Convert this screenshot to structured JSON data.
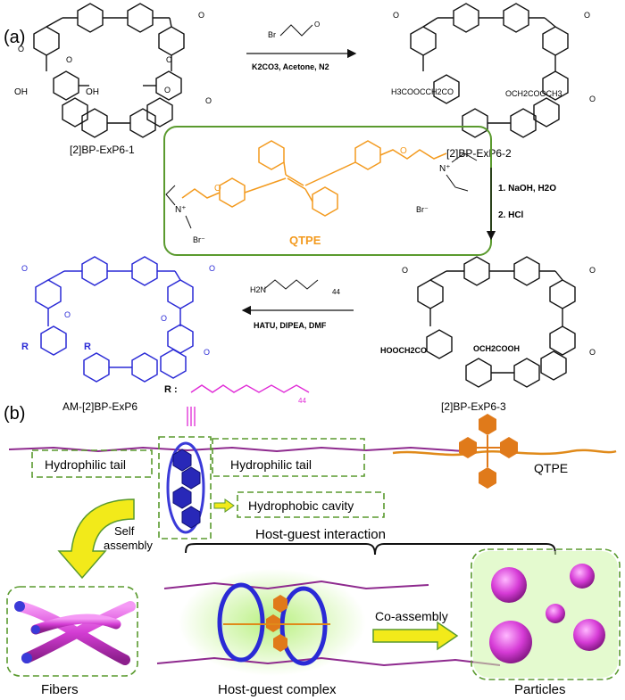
{
  "panel_a": {
    "label": "(a)",
    "compound1": "[2]BP-ExP6-1",
    "compound2": "[2]BP-ExP6-2",
    "compound3": "[2]BP-ExP6-3",
    "compound4": "AM-[2]BP-ExP6",
    "step1": {
      "reagent_top": "Br",
      "conditions": "K2CO3, Acetone, N2"
    },
    "step2": {
      "line1": "1. NaOH, H2O",
      "line2": "2. HCl"
    },
    "step3": {
      "reagent_top": "H2N",
      "repeat": "44",
      "conditions": "HATU, DIPEA, DMF"
    },
    "qtpe_label": "QTPE",
    "oh": "OH",
    "ester": "H3COOCCH2CO",
    "ester2": "OCH2COOCH3",
    "acid": "HOOCH2CO",
    "acid2": "OCH2COOH",
    "r_label": "R",
    "r_group": "R :",
    "r_repeat": "44",
    "br": "Br⁻",
    "n_plus": "N⁺",
    "methoxy": "O"
  },
  "panel_b": {
    "label": "(b)",
    "hydrophilic_tail_left": "Hydrophilic tail",
    "hydrophilic_tail_right": "Hydrophilic tail",
    "hydrophobic_cavity": "Hydrophobic cavity",
    "qtpe": "QTPE",
    "self_assembly": "Self\nassembly",
    "host_guest_interaction": "Host-guest interaction",
    "co_assembly": "Co-assembly",
    "fibers": "Fibers",
    "host_guest_complex": "Host-guest complex",
    "particles": "Particles"
  },
  "colors": {
    "black": "#111111",
    "orange": "#f39a1e",
    "blue": "#2a2ad6",
    "magenta": "#e02ad6",
    "green_box": "#5a9a2e",
    "yellow_arrow": "#f2ea1a"
  }
}
